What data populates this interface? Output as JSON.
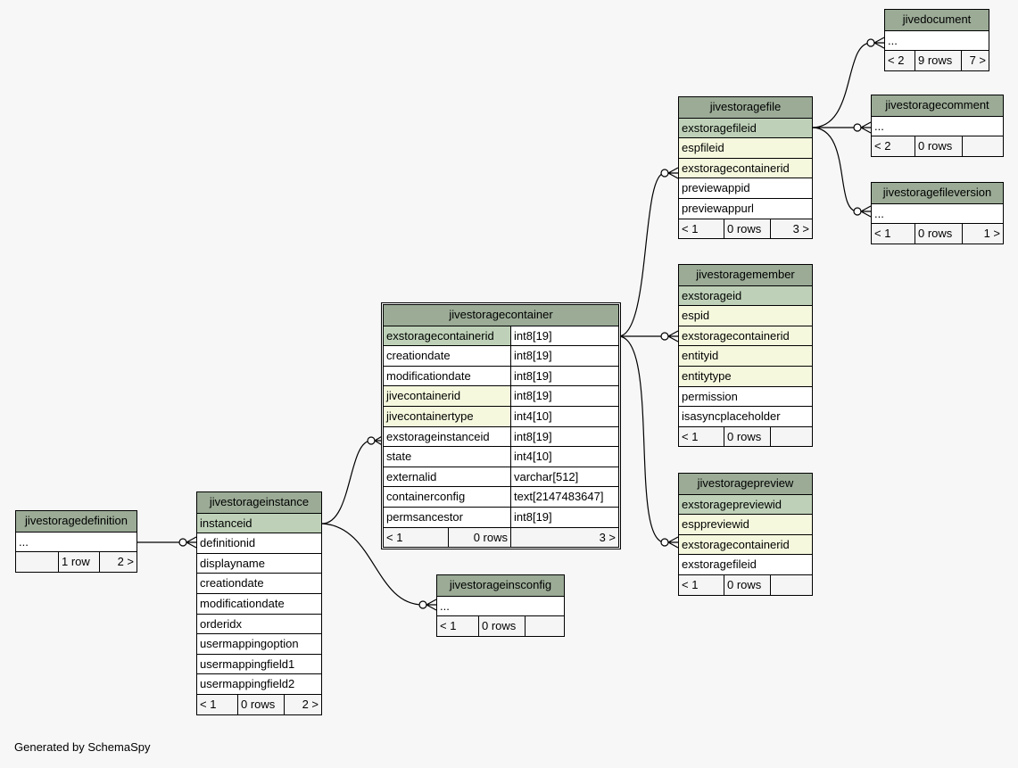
{
  "credit": "Generated by SchemaSpy",
  "tables": {
    "jivestoragedefinition": {
      "name": "jivestoragedefinition",
      "rows": [
        "..."
      ],
      "foot": [
        "",
        "1 row",
        "2 >"
      ]
    },
    "jivestorageinstance": {
      "name": "jivestorageinstance",
      "rows": [
        "instanceid",
        "definitionid",
        "displayname",
        "creationdate",
        "modificationdate",
        "orderidx",
        "usermappingoption",
        "usermappingfield1",
        "usermappingfield2"
      ],
      "foot": [
        "< 1",
        "0 rows",
        "2 >"
      ]
    },
    "jivestoragecontainer": {
      "name": "jivestoragecontainer",
      "rows": [
        [
          "exstoragecontainerid",
          "int8[19]"
        ],
        [
          "creationdate",
          "int8[19]"
        ],
        [
          "modificationdate",
          "int8[19]"
        ],
        [
          "jivecontainerid",
          "int8[19]"
        ],
        [
          "jivecontainertype",
          "int4[10]"
        ],
        [
          "exstorageinstanceid",
          "int8[19]"
        ],
        [
          "state",
          "int4[10]"
        ],
        [
          "externalid",
          "varchar[512]"
        ],
        [
          "containerconfig",
          "text[2147483647]"
        ],
        [
          "permsancestor",
          "int8[19]"
        ]
      ],
      "foot": [
        "< 1",
        "0 rows",
        "3 >"
      ]
    },
    "jivestorageinsconfig": {
      "name": "jivestorageinsconfig",
      "rows": [
        "..."
      ],
      "foot": [
        "< 1",
        "0 rows",
        ""
      ]
    },
    "jivestoragefile": {
      "name": "jivestoragefile",
      "rows": [
        "exstoragefileid",
        "espfileid",
        "exstoragecontainerid",
        "previewappid",
        "previewappurl"
      ],
      "foot": [
        "< 1",
        "0 rows",
        "3 >"
      ]
    },
    "jivestoragemember": {
      "name": "jivestoragemember",
      "rows": [
        "exstorageid",
        "espid",
        "exstoragecontainerid",
        "entityid",
        "entitytype",
        "permission",
        "isasyncplaceholder"
      ],
      "foot": [
        "< 1",
        "0 rows",
        ""
      ]
    },
    "jivestoragepreview": {
      "name": "jivestoragepreview",
      "rows": [
        "exstoragepreviewid",
        "esppreviewid",
        "exstoragecontainerid",
        "exstoragefileid"
      ],
      "foot": [
        "< 1",
        "0 rows",
        ""
      ]
    },
    "jivedocument": {
      "name": "jivedocument",
      "rows": [
        "..."
      ],
      "foot": [
        "< 2",
        "9 rows",
        "7 >"
      ]
    },
    "jivestoragecomment": {
      "name": "jivestoragecomment",
      "rows": [
        "..."
      ],
      "foot": [
        "< 2",
        "0 rows",
        ""
      ]
    },
    "jivestoragefileversion": {
      "name": "jivestoragefileversion",
      "rows": [
        "..."
      ],
      "foot": [
        "< 1",
        "0 rows",
        "1 >"
      ]
    }
  }
}
